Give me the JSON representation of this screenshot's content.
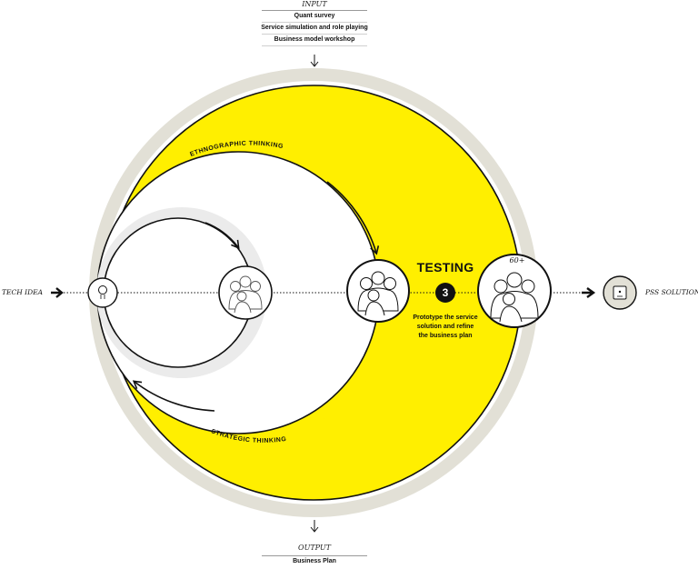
{
  "input": {
    "heading": "INPUT",
    "items": [
      "Quant survey",
      "Service simulation and role playing",
      "Business model workshop"
    ]
  },
  "output": {
    "heading": "OUTPUT",
    "items": [
      "Business Plan"
    ]
  },
  "start_label": "TECH IDEA",
  "end_label": "PSS SOLUTION",
  "arc_labels": {
    "top": "ETHNOGRAPHIC THINKING",
    "bottom": "STRATEGIC THINKING"
  },
  "phase": {
    "title": "TESTING",
    "step": "3",
    "description": [
      "Prototype the service",
      "solution and refine",
      "the business plan"
    ]
  },
  "user_group_label": "60+",
  "colors": {
    "yellow": "#ffef00",
    "outer_ring": "#e2e0d6",
    "inner_halo": "#ebebeb",
    "stroke": "#111111"
  },
  "icons": [
    "lightbulb-icon",
    "people-group-icon",
    "product-box-icon"
  ]
}
